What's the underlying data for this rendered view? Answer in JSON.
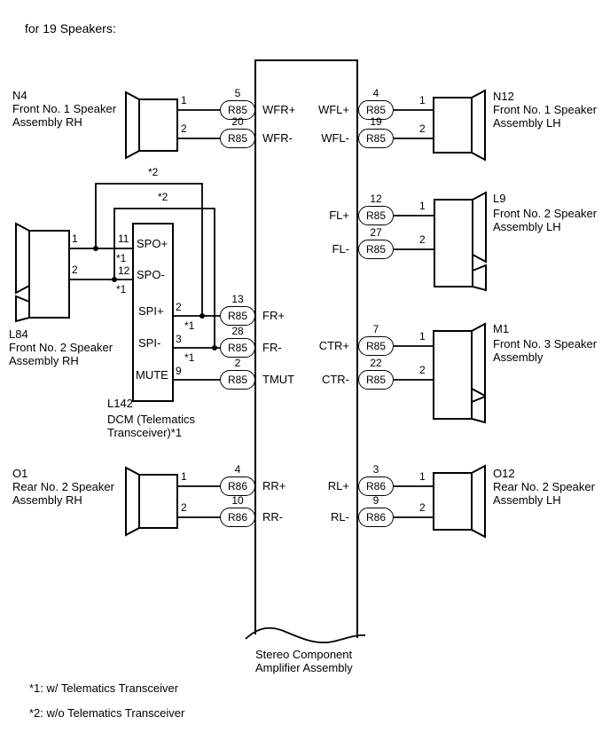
{
  "title": "for 19 Speakers:",
  "amplifier": {
    "name1": "Stereo Component",
    "name2": "Amplifier Assembly"
  },
  "notes": {
    "note1": "*1: w/ Telematics Transceiver",
    "note2": "*2: w/o Telematics Transceiver"
  },
  "colors": {
    "ink": "#000000",
    "background": "#ffffff"
  },
  "speakers": {
    "n4": {
      "code": "N4",
      "name1": "Front No. 1 Speaker",
      "name2": "Assembly RH",
      "pin1": "1",
      "pin2": "2"
    },
    "n12": {
      "code": "N12",
      "name1": "Front No. 1 Speaker",
      "name2": "Assembly LH",
      "pin1": "1",
      "pin2": "2"
    },
    "l84": {
      "code": "L84",
      "name1": "Front No. 2 Speaker",
      "name2": "Assembly RH",
      "pin1": "1",
      "pin2": "2"
    },
    "l9": {
      "code": "L9",
      "name1": "Front No. 2 Speaker",
      "name2": "Assembly LH",
      "pin1": "1",
      "pin2": "2"
    },
    "m1": {
      "code": "M1",
      "name1": "Front No. 3 Speaker",
      "name2": "Assembly",
      "pin1": "1",
      "pin2": "2"
    },
    "o1": {
      "code": "O1",
      "name1": "Rear No. 2 Speaker",
      "name2": "Assembly RH",
      "pin1": "1",
      "pin2": "2"
    },
    "o12": {
      "code": "O12",
      "name1": "Rear No. 2 Speaker",
      "name2": "Assembly LH",
      "pin1": "1",
      "pin2": "2"
    }
  },
  "dcm": {
    "code": "L142",
    "name1": "DCM (Telematics",
    "name2": "Transceiver)*1",
    "spo_p": {
      "pin": "11",
      "note": "*1",
      "label": "SPO+"
    },
    "spo_m": {
      "pin": "12",
      "note": "*1",
      "label": "SPO-"
    },
    "spi_p": {
      "pin": "2",
      "note": "*1",
      "label": "SPI+"
    },
    "spi_m": {
      "pin": "3",
      "note": "*1",
      "label": "SPI-"
    },
    "mute": {
      "pin": "9",
      "label": "MUTE"
    }
  },
  "bypass": {
    "outer_label": "*2",
    "inner_label": "*2"
  },
  "connectors": {
    "wfr_p": {
      "pin": "5",
      "code": "R85",
      "signal": "WFR+"
    },
    "wfr_m": {
      "pin": "20",
      "code": "R85",
      "signal": "WFR-"
    },
    "fr_p": {
      "pin": "13",
      "code": "R85",
      "signal": "FR+"
    },
    "fr_m": {
      "pin": "28",
      "code": "R85",
      "signal": "FR-"
    },
    "tmut": {
      "pin": "2",
      "code": "R85",
      "signal": "TMUT"
    },
    "rr_p": {
      "pin": "4",
      "code": "R86",
      "signal": "RR+"
    },
    "rr_m": {
      "pin": "10",
      "code": "R86",
      "signal": "RR-"
    },
    "wfl_p": {
      "pin": "4",
      "code": "R85",
      "signal": "WFL+"
    },
    "wfl_m": {
      "pin": "19",
      "code": "R85",
      "signal": "WFL-"
    },
    "fl_p": {
      "pin": "12",
      "code": "R85",
      "signal": "FL+"
    },
    "fl_m": {
      "pin": "27",
      "code": "R85",
      "signal": "FL-"
    },
    "ctr_p": {
      "pin": "7",
      "code": "R85",
      "signal": "CTR+"
    },
    "ctr_m": {
      "pin": "22",
      "code": "R85",
      "signal": "CTR-"
    },
    "rl_p": {
      "pin": "3",
      "code": "R86",
      "signal": "RL+"
    },
    "rl_m": {
      "pin": "9",
      "code": "R86",
      "signal": "RL-"
    }
  }
}
